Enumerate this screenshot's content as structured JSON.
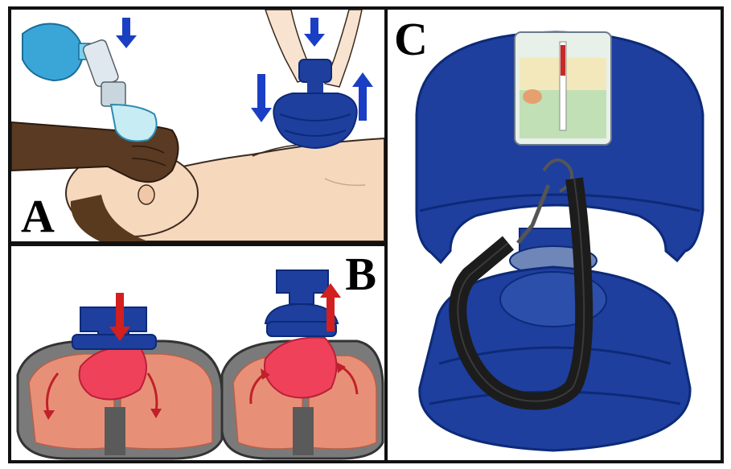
{
  "panels": {
    "a": {
      "label": "A"
    },
    "b": {
      "label": "B"
    },
    "c": {
      "label": "C"
    }
  },
  "colors": {
    "device_blue": "#1e3f9e",
    "device_dark": "#0d2a78",
    "arrow_blue": "#1a3fc4",
    "arrow_red": "#d21f1f",
    "heart": "#f0415a",
    "lung": "#e89077",
    "skin": "#f6d8bd",
    "dark_skin": "#5a3a22",
    "mask_blue": "#3aa6d8",
    "strap": "#1c1c1c"
  },
  "icons": {
    "panel_a": [
      "bag-valve-mask-icon",
      "active-compression-decompression-device-icon",
      "push-down-arrow-icon",
      "pull-up-arrow-icon"
    ],
    "panel_b": [
      "compression-phase-icon",
      "decompression-phase-icon",
      "heart-icon",
      "lung-icon"
    ],
    "panel_c": [
      "suction-cup-device-icon",
      "pressure-gauge-icon",
      "handle-strap-icon"
    ]
  }
}
